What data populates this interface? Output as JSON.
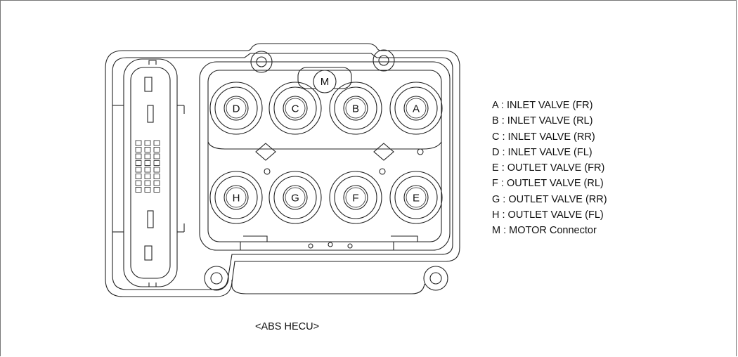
{
  "valves_top": [
    {
      "letter": "D"
    },
    {
      "letter": "C"
    },
    {
      "letter": "B"
    },
    {
      "letter": "A"
    }
  ],
  "valves_bottom": [
    {
      "letter": "H"
    },
    {
      "letter": "G"
    },
    {
      "letter": "F"
    },
    {
      "letter": "E"
    }
  ],
  "motor": {
    "letter": "M"
  },
  "legend": [
    "A : INLET VALVE (FR)",
    "B : INLET VALVE (RL)",
    "C : INLET VALVE (RR)",
    "D : INLET VALVE (FL)",
    "E : OUTLET VALVE (FR)",
    "F : OUTLET VALVE (RL)",
    "G : OUTLET VALVE (RR)",
    "H : OUTLET VALVE (FL)",
    "M : MOTOR Connector"
  ],
  "caption": "<ABS HECU>"
}
